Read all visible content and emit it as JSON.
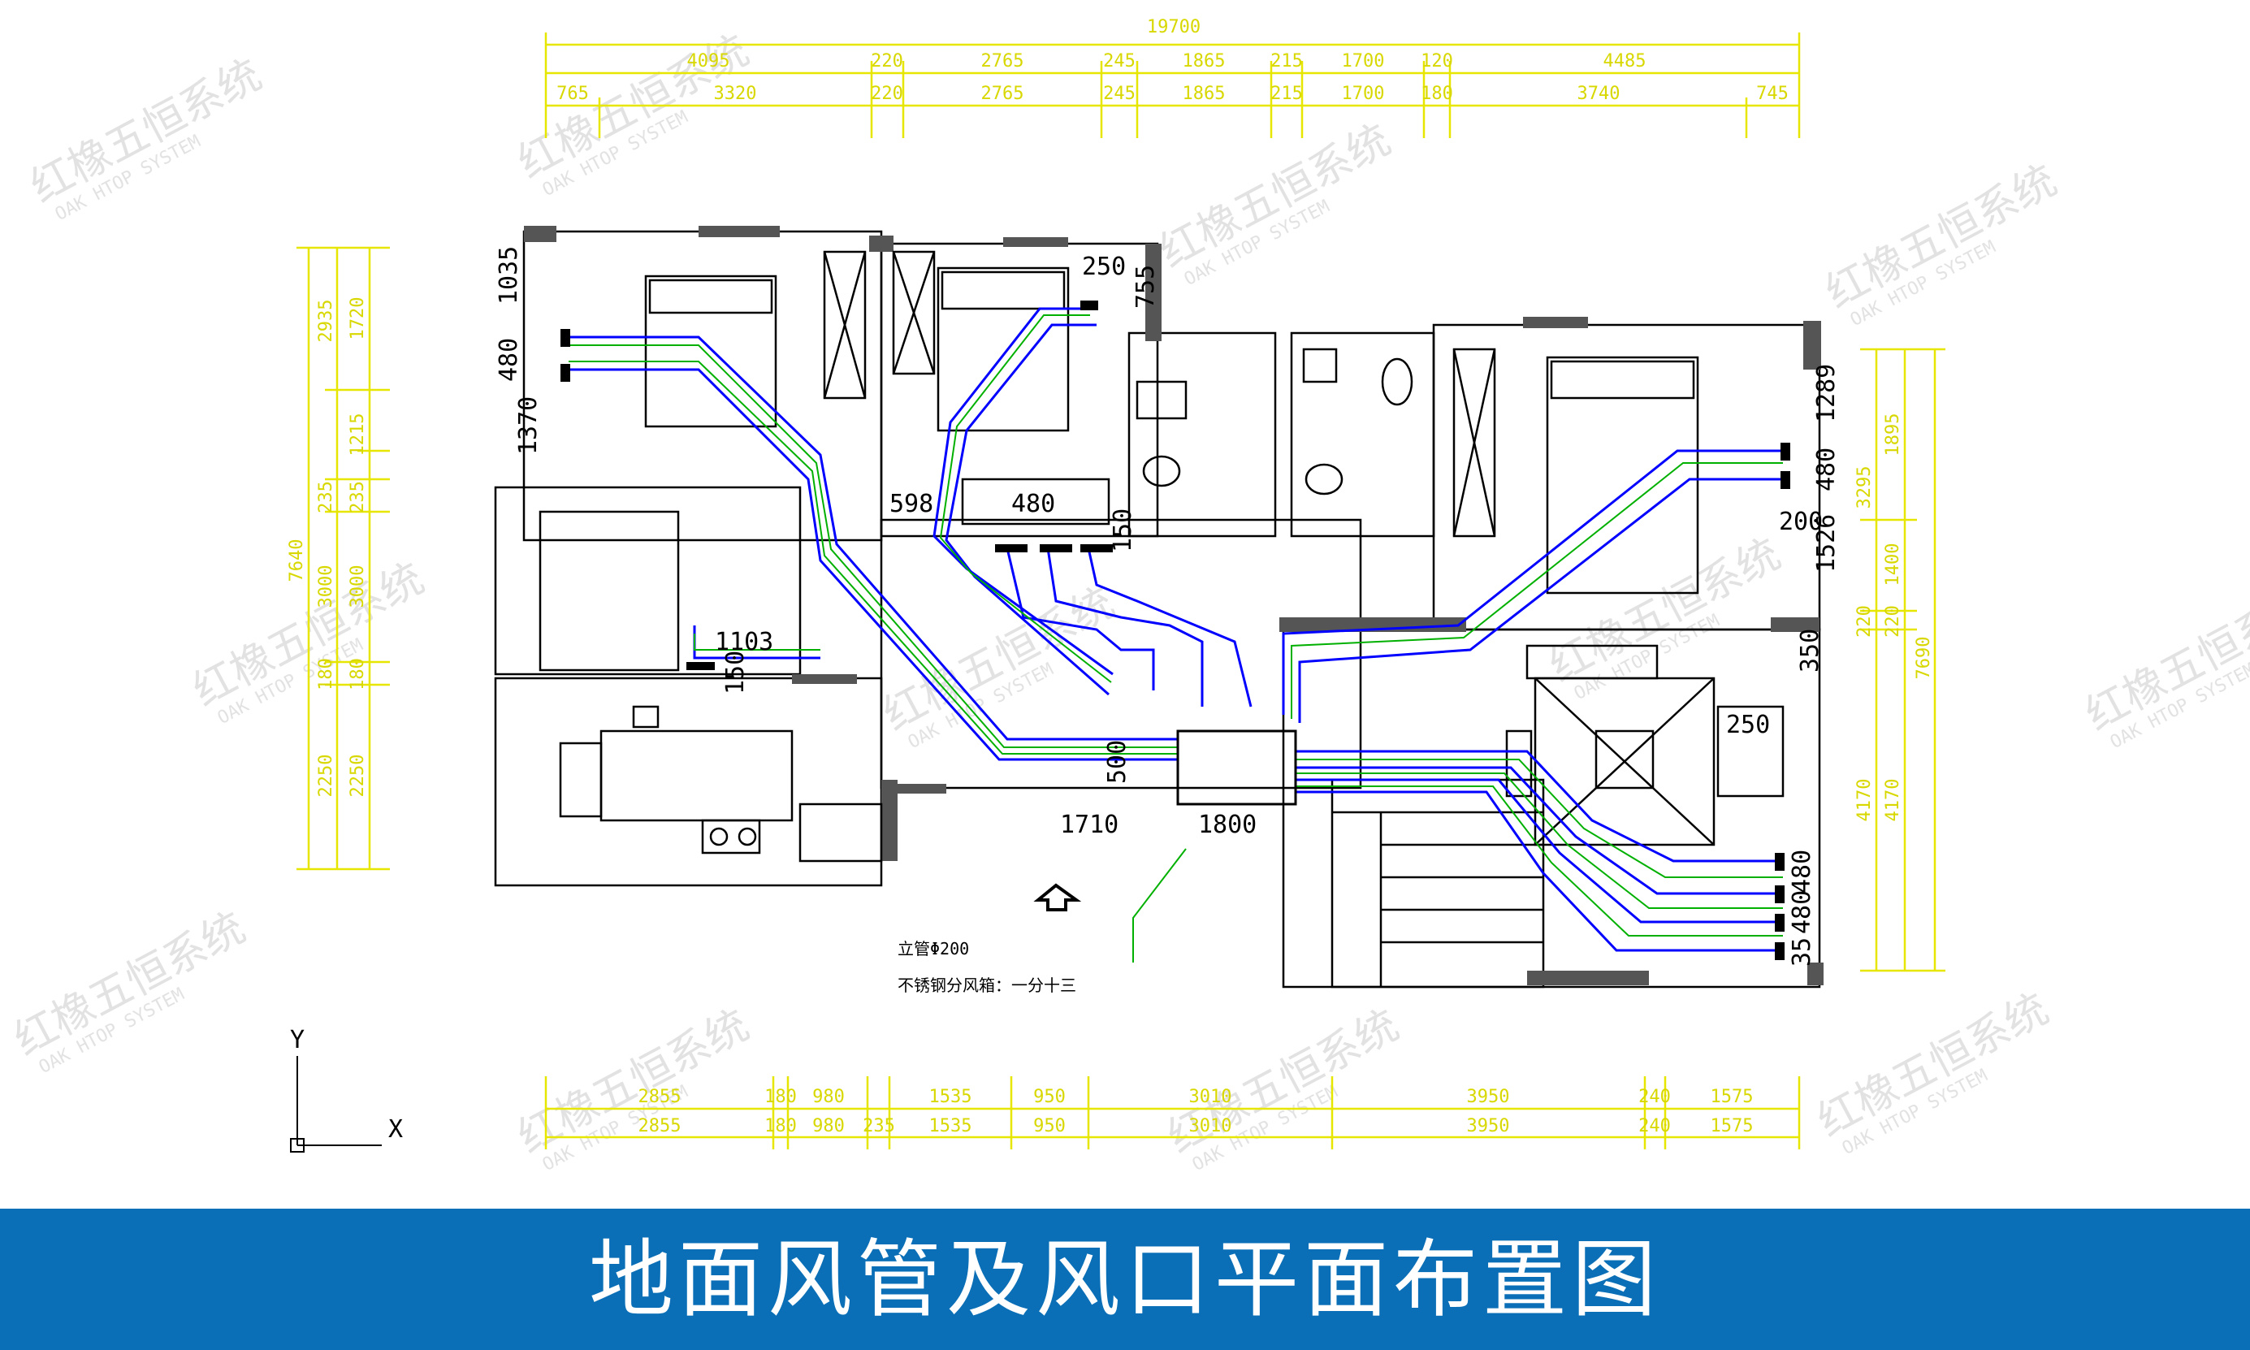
{
  "banner": {
    "title": "地面风管及风口平面布置图"
  },
  "watermark": {
    "cn": "红橡五恒系统",
    "en": "OAK HTOP SYSTEM"
  },
  "colors": {
    "dim": "#e6e600",
    "wall": "#000000",
    "duct_outer": "#0000ff",
    "duct_inner": "#00b000",
    "banner": "#0a6fb6",
    "watermark": "#e4e4e4"
  },
  "axes": {
    "x": "X",
    "y": "Y"
  },
  "dims": {
    "top_total": "19700",
    "top_row1": [
      "4095",
      "220",
      "2765",
      "245",
      "1865",
      "215",
      "1700",
      "120",
      "4485"
    ],
    "top_row2": [
      "765",
      "3320",
      "220",
      "2765",
      "245",
      "1865",
      "215",
      "1700",
      "180",
      "3740",
      "745"
    ],
    "left_outer": "7640",
    "left_col": [
      "2935",
      "235",
      "3000",
      "180",
      "2250"
    ],
    "left_col2": [
      "1720",
      "1215",
      "235",
      "3000",
      "180",
      "2250"
    ],
    "right_outer": "7690",
    "right_col": [
      "1895",
      "1400",
      "220",
      "4170"
    ],
    "right_col2": [
      "3295",
      "220",
      "4170"
    ],
    "bottom_row1": [
      "2855",
      "180",
      "980",
      "1535",
      "950",
      "3010",
      "3950",
      "240",
      "1575"
    ],
    "bottom_row2": [
      "2855",
      "180",
      "980",
      "235",
      "1535",
      "950",
      "3010",
      "3950",
      "240",
      "1575"
    ]
  },
  "labels": {
    "l1035": "1035",
    "l480a": "480",
    "l1370": "1370",
    "l250a": "250",
    "l755": "755",
    "l598": "598",
    "l480b": "480",
    "l150a": "150",
    "l1103": "1103",
    "l150b": "150",
    "l500": "500",
    "l1710": "1710",
    "l1800": "1800",
    "l1289": "1289",
    "l480c": "480",
    "l200": "200",
    "l1526": "1526",
    "l250b": "250",
    "l350": "350",
    "l480d": "480",
    "l480e": "480",
    "l35": "35",
    "note1": "立管Φ200",
    "note2": "不锈钢分风箱：一分十三"
  }
}
